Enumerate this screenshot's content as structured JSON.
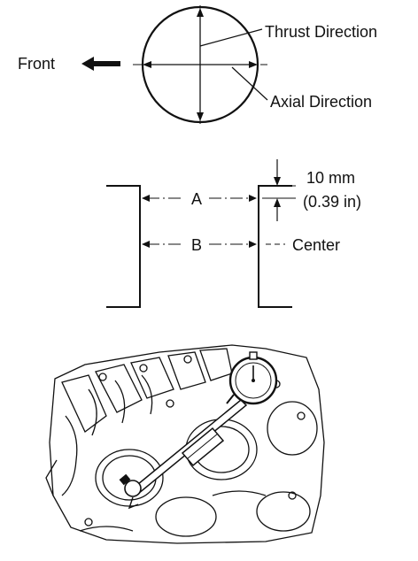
{
  "labels": {
    "front": "Front",
    "thrust_direction": "Thrust Direction",
    "axial_direction": "Axial Direction",
    "dimension_value": "10 mm",
    "dimension_imperial": "(0.39 in)",
    "level_a": "A",
    "level_b": "B",
    "center": "Center"
  },
  "icons": {
    "front_arrow": "arrow-left-icon",
    "measuring_tool": "cylinder-bore-gauge-icon"
  },
  "colors": {
    "ink": "#111111",
    "background": "#ffffff"
  }
}
